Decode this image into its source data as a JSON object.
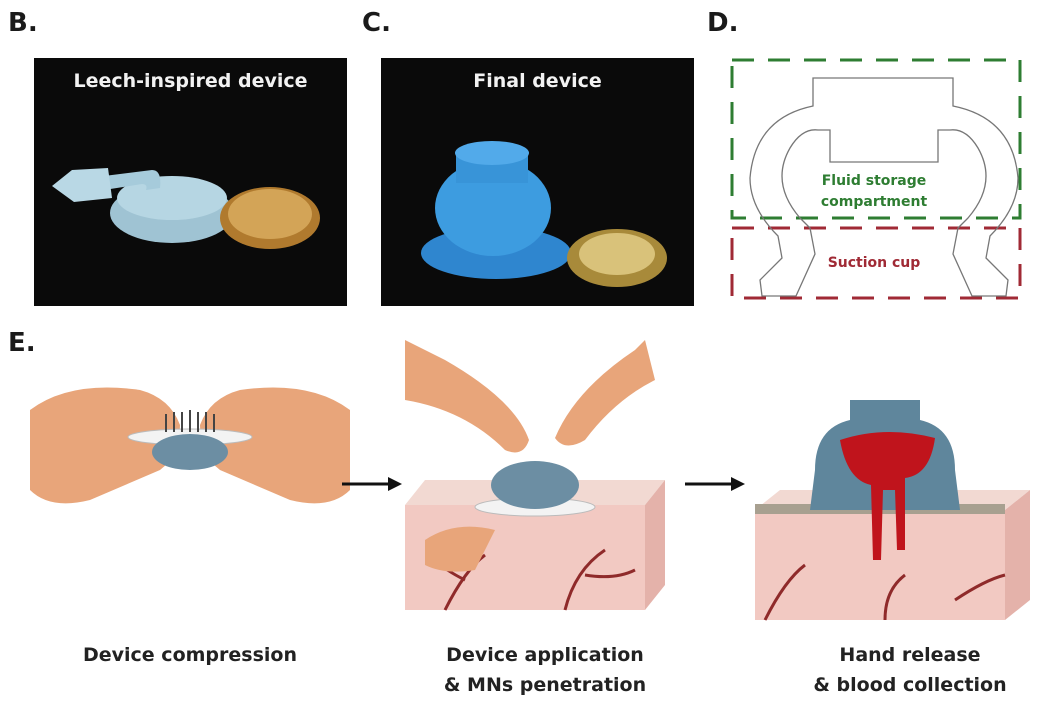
{
  "panels": {
    "B": {
      "label": "B.",
      "title": "Leech-inspired device"
    },
    "C": {
      "label": "C.",
      "title": "Final device"
    },
    "D": {
      "label": "D.",
      "regions": [
        {
          "name": "Fluid storage compartment",
          "lines": [
            "Fluid storage",
            "compartment"
          ],
          "color": "#2e7d32"
        },
        {
          "name": "Suction cup",
          "lines": [
            "Suction cup"
          ],
          "color": "#a02a35"
        }
      ]
    },
    "E": {
      "label": "E.",
      "steps": [
        {
          "caption_lines": [
            "Device compression"
          ]
        },
        {
          "caption_lines": [
            "Device application",
            "& MNs penetration"
          ]
        },
        {
          "caption_lines": [
            "Hand release",
            "& blood collection"
          ]
        }
      ]
    }
  },
  "colors": {
    "device_light_blue": "#a9cfe0",
    "device_blue": "#3a9ad9",
    "coin_gold": "#c8963e",
    "skin": "#e8a57a",
    "tissue": "#f2c9c2",
    "vessel": "#8f2a2a",
    "blood": "#c0141c",
    "device_grey_blue": "#6c8ea3"
  }
}
